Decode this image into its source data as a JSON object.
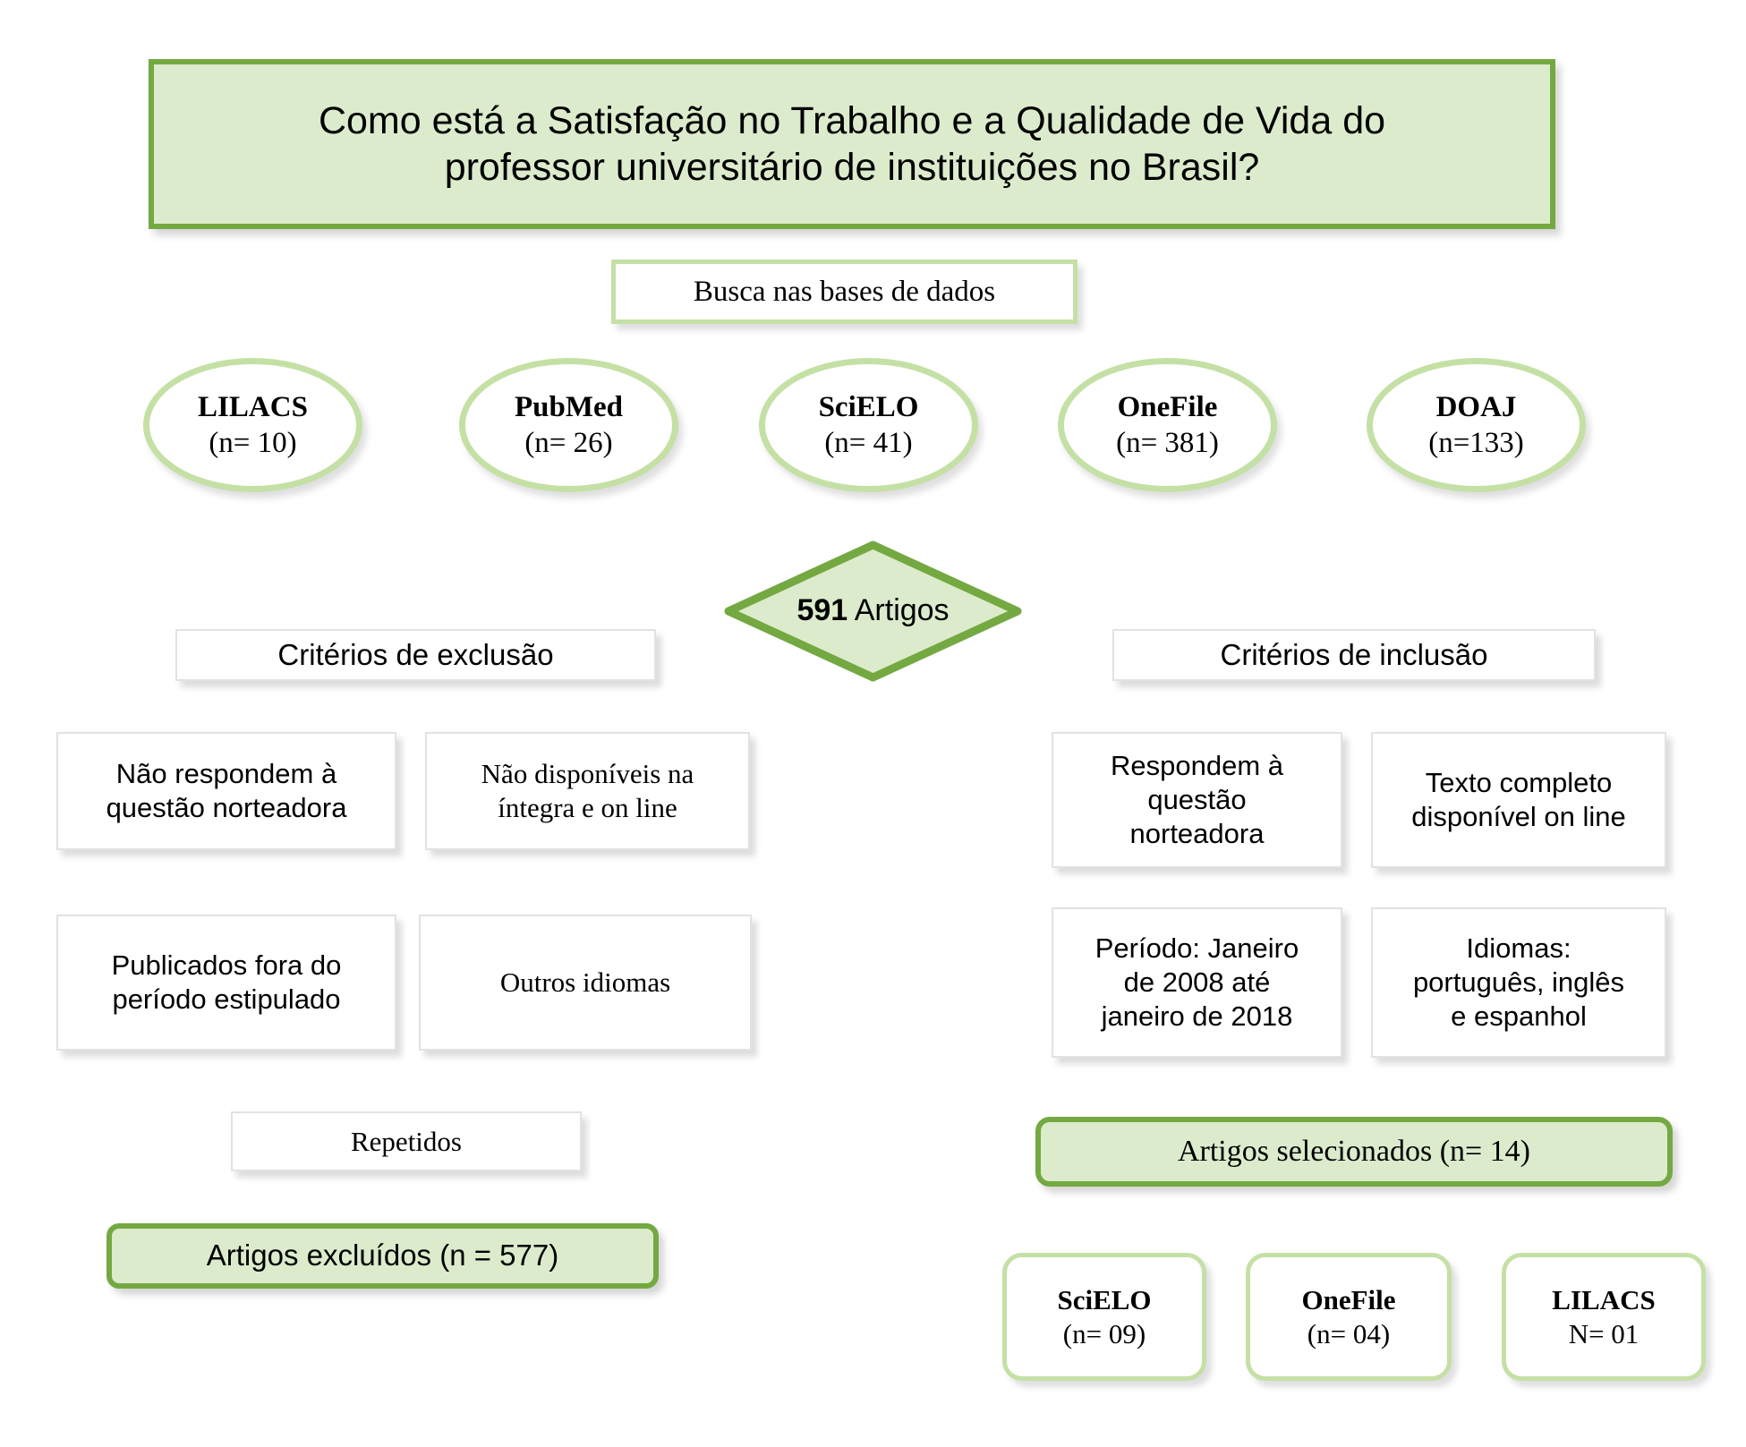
{
  "diagram": {
    "type": "prisma-flowchart",
    "accent_green": "#74a942",
    "light_green_fill": "#dcebcc",
    "light_green_border": "#c5e0a5",
    "box_border_gray": "#e2e2e2",
    "background": "#ffffff"
  },
  "title": {
    "line1": "Como está a Satisfação no Trabalho e a Qualidade de Vida do",
    "line2": "professor universitário de instituições no Brasil?"
  },
  "search": {
    "label": "Busca nas bases de dados"
  },
  "databases": [
    {
      "name": "LILACS",
      "count": "(n= 10)"
    },
    {
      "name": "PubMed",
      "count": "(n= 26)"
    },
    {
      "name": "SciELO",
      "count": "(n= 41)"
    },
    {
      "name": "OneFile",
      "count": "(n= 381)"
    },
    {
      "name": "DOAJ",
      "count": "(n=133)"
    }
  ],
  "total": {
    "number": "591",
    "unit": " Artigos"
  },
  "exclusion": {
    "header": "Critérios de exclusão",
    "items": [
      {
        "l1": "Não respondem à",
        "l2": "questão norteadora"
      },
      {
        "l1": "Não disponíveis na",
        "l2": "íntegra e on line"
      },
      {
        "l1": "Publicados fora do",
        "l2": "período estipulado"
      },
      {
        "l1": "Outros idiomas",
        "l2": ""
      },
      {
        "l1": "Repetidos",
        "l2": ""
      }
    ],
    "result": "Artigos excluídos (n = 577)"
  },
  "inclusion": {
    "header": "Critérios de inclusão",
    "items": [
      {
        "l1": "Respondem à",
        "l2": "questão",
        "l3": "norteadora"
      },
      {
        "l1": "Texto completo",
        "l2": "disponível on line",
        "l3": ""
      },
      {
        "l1": "Período: Janeiro",
        "l2": "de 2008 até",
        "l3": "janeiro de 2018"
      },
      {
        "l1": "Idiomas:",
        "l2": "português, inglês",
        "l3": "e espanhol"
      }
    ],
    "result": "Artigos selecionados (n= 14)",
    "sources": [
      {
        "name": "SciELO",
        "count": "(n= 09)"
      },
      {
        "name": "OneFile",
        "count": "(n= 04)"
      },
      {
        "name": "LILACS",
        "count": "N= 01"
      }
    ]
  }
}
